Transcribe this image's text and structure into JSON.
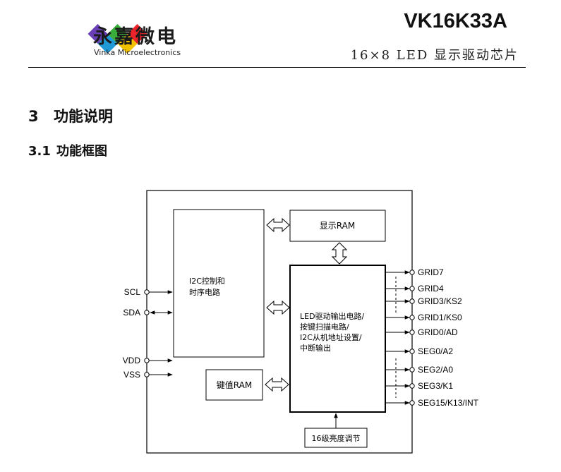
{
  "header": {
    "brand_cn": "永嘉微电",
    "brand_en": "Vinka Microelectronics",
    "model": "VK16K33A",
    "subtitle": "16×8 LED 显示驱动芯片",
    "logo_colors": [
      "#6a3fb5",
      "#1f9ad6",
      "#3aae3a",
      "#f2c200",
      "#e8232a"
    ]
  },
  "section": {
    "number": "3",
    "title": "功能说明"
  },
  "subsection": {
    "number": "3.1",
    "title": "功能框图"
  },
  "diagram": {
    "blocks": {
      "i2c_control": [
        "I2C控制和",
        "时序电路"
      ],
      "display_ram": "显示RAM",
      "led_driver": [
        "LED驱动输出电路/",
        "按键扫描电路/",
        "I2C从机地址设置/",
        "中断输出"
      ],
      "key_ram": "键值RAM",
      "brightness": "16级亮度调节"
    },
    "left_pins": [
      "SCL",
      "SDA",
      "VDD",
      "VSS"
    ],
    "right_pins": [
      "GRID7",
      "GRID4",
      "GRID3/KS2",
      "GRID1/KS0",
      "GRID0/AD",
      "SEG0/A2",
      "SEG2/A0",
      "SEG3/K1",
      "SEG15/K13/INT"
    ]
  }
}
